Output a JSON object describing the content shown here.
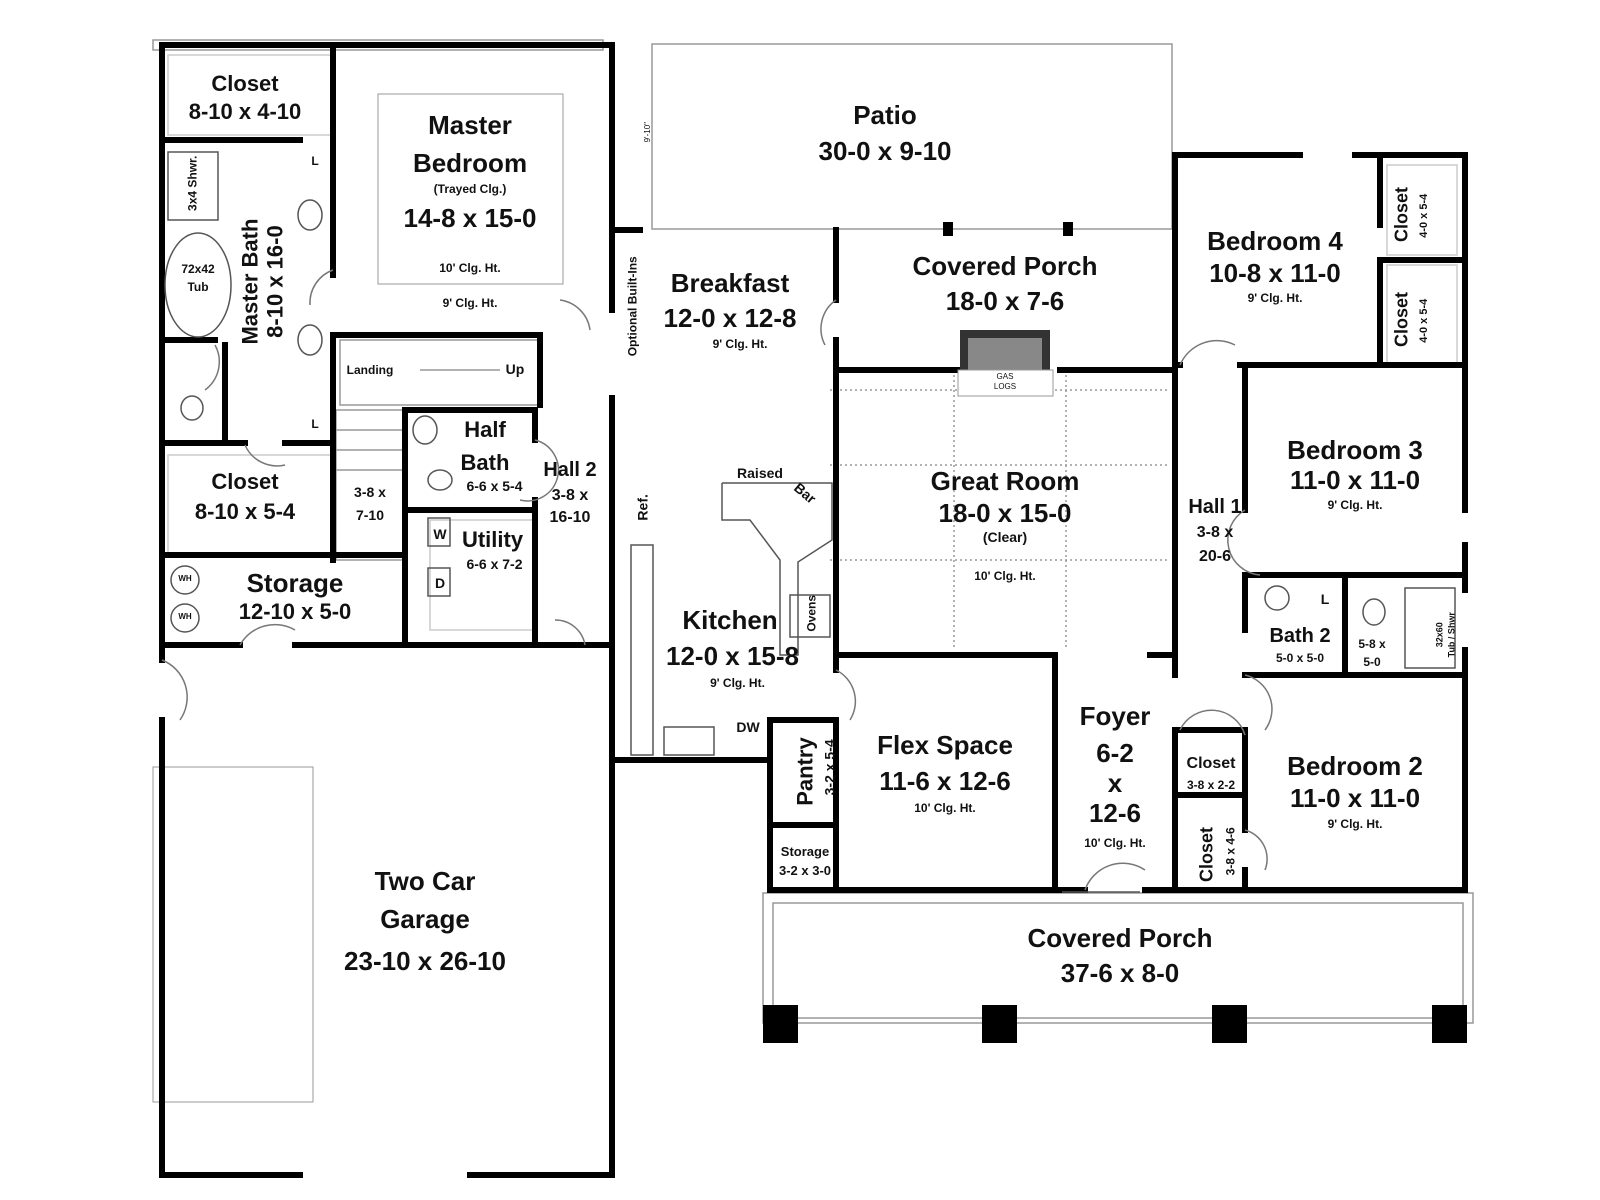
{
  "rooms": {
    "closet_top": {
      "name": "Closet",
      "dims": "8-10 x 4-10"
    },
    "master_bed": {
      "name1": "Master",
      "name2": "Bedroom",
      "note": "(Trayed Clg.)",
      "dims": "14-8 x 15-0",
      "clg_inner": "10' Clg. Ht.",
      "clg_outer": "9' Clg. Ht."
    },
    "shower": {
      "name": "3x4 Shwr."
    },
    "tub": {
      "name1": "72x42",
      "name2": "Tub"
    },
    "master_bath": {
      "name": "Master Bath",
      "dims": "8-10 x 16-0"
    },
    "landing": {
      "name": "Landing",
      "up": "Up"
    },
    "closet_mid": {
      "name": "Closet",
      "dims": "8-10 x 5-4"
    },
    "stair_closet": {
      "dims1": "3-8 x",
      "dims2": "7-10"
    },
    "half_bath": {
      "name1": "Half",
      "name2": "Bath",
      "dims": "6-6 x 5-4"
    },
    "utility": {
      "name": "Utility",
      "dims": "6-6 x 7-2",
      "w": "W",
      "d": "D"
    },
    "hall2": {
      "name": "Hall 2",
      "dims1": "3-8 x",
      "dims2": "16-10"
    },
    "storage": {
      "name": "Storage",
      "dims": "12-10 x 5-0",
      "wh": "WH"
    },
    "optional": {
      "name": "Optional Built-Ins"
    },
    "patio": {
      "name": "Patio",
      "dims": "30-0 x 9-10",
      "measure": "9'-10\""
    },
    "breakfast": {
      "name": "Breakfast",
      "dims": "12-0 x 12-8",
      "clg": "9' Clg. Ht."
    },
    "cov_porch_back": {
      "name": "Covered Porch",
      "dims": "18-0 x 7-6",
      "logs1": "GAS",
      "logs2": "LOGS"
    },
    "great_room": {
      "name": "Great Room",
      "dims": "18-0 x 15-0",
      "note": "(Clear)",
      "clg": "10' Clg. Ht."
    },
    "raised_bar": {
      "raised": "Raised",
      "bar": "Bar"
    },
    "kitchen": {
      "name": "Kitchen",
      "dims": "12-0 x 15-8",
      "clg": "9' Clg. Ht.",
      "ref": "Ref.",
      "ovens": "Ovens",
      "dw": "DW"
    },
    "pantry": {
      "name": "Pantry",
      "dims": "3-2 x 5-4"
    },
    "storage_small": {
      "name": "Storage",
      "dims": "3-2 x 3-0"
    },
    "flex": {
      "name": "Flex Space",
      "dims": "11-6 x 12-6",
      "clg": "10' Clg. Ht."
    },
    "foyer": {
      "name": "Foyer",
      "d1": "6-2",
      "d2": "x",
      "d3": "12-6",
      "clg": "10' Clg. Ht."
    },
    "bedroom4": {
      "name": "Bedroom 4",
      "dims": "10-8 x 11-0",
      "clg": "9' Clg. Ht."
    },
    "closet_b4a": {
      "name": "Closet",
      "dims": "4-0 x 5-4"
    },
    "closet_b4b": {
      "name": "Closet",
      "dims": "4-0 x 5-4"
    },
    "hall1": {
      "name": "Hall 1",
      "dims1": "3-8 x",
      "dims2": "20-6"
    },
    "bedroom3": {
      "name": "Bedroom 3",
      "dims": "11-0 x 11-0",
      "clg": "9' Clg. Ht."
    },
    "bath2": {
      "name": "Bath 2",
      "dims": "5-0 x 5-0",
      "l": "L"
    },
    "linen": {
      "dims1": "5-8 x",
      "dims2": "5-0"
    },
    "tubshwr": {
      "name1": "32x60",
      "name2": "Tub / Shwr"
    },
    "closet_hall": {
      "name": "Closet",
      "dims": "3-8 x 2-2"
    },
    "closet_b2": {
      "name": "Closet",
      "dims": "3-8 x 4-6"
    },
    "bedroom2": {
      "name": "Bedroom 2",
      "dims": "11-0 x 11-0",
      "clg": "9' Clg. Ht."
    },
    "cov_porch_front": {
      "name": "Covered Porch",
      "dims": "37-6 x 8-0"
    },
    "garage": {
      "name1": "Two Car",
      "name2": "Garage",
      "dims": "23-10 x 26-10"
    },
    "lav": {
      "l": "L"
    }
  }
}
